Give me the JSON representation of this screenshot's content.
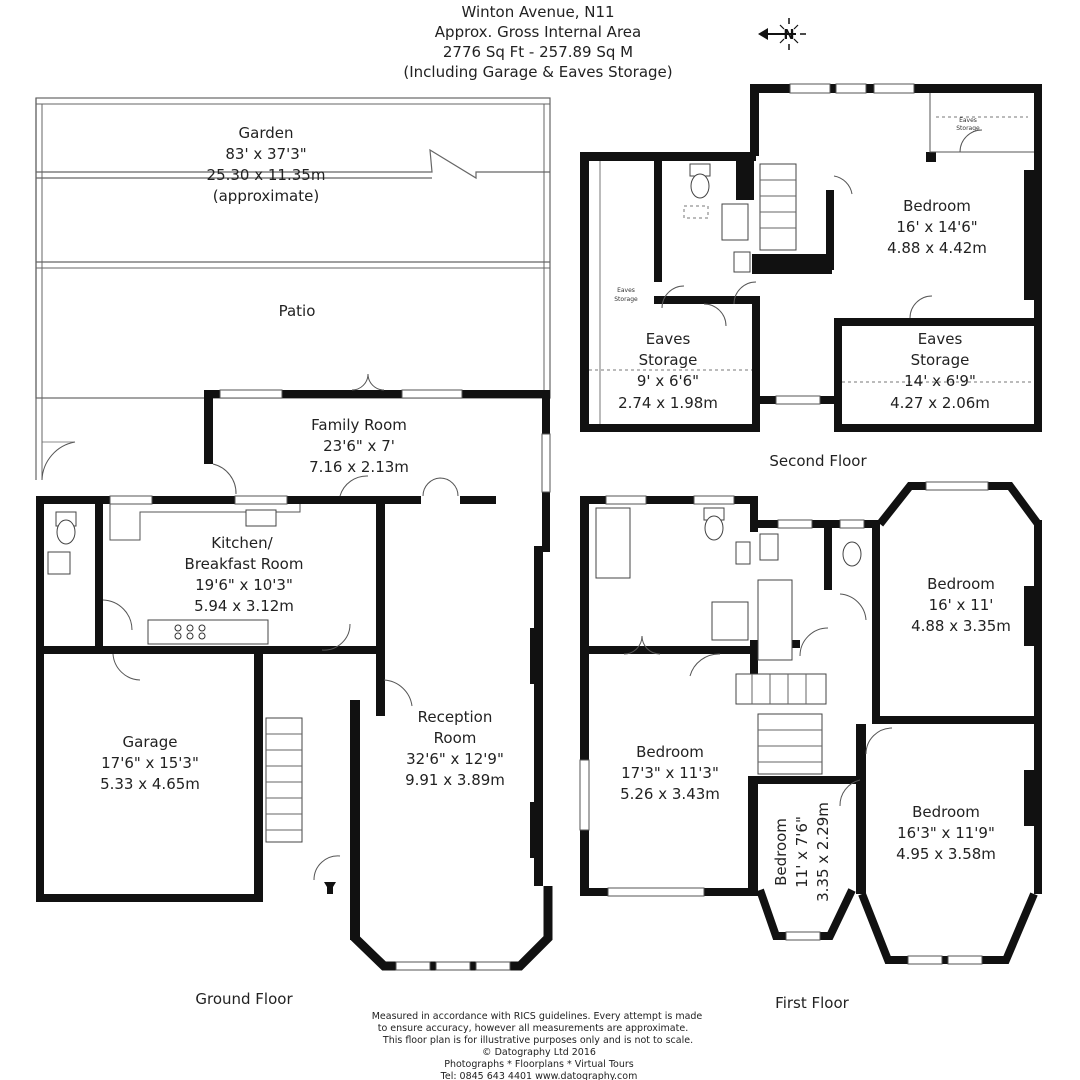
{
  "header": {
    "line1": "Winton Avenue, N11",
    "line2": "Approx. Gross Internal Area",
    "line3": "2776 Sq Ft  - 257.89 Sq M",
    "line4": "(Including Garage & Eaves Storage)"
  },
  "compass": {
    "label": "N"
  },
  "floors": {
    "ground": "Ground Floor",
    "first": "First Floor",
    "second": "Second Floor"
  },
  "rooms": {
    "garden": {
      "name": "Garden",
      "imperial": "83' x 37'3\"",
      "metric": "25.30 x 11.35m",
      "note": "(approximate)"
    },
    "patio": {
      "name": "Patio"
    },
    "family_room": {
      "name": "Family Room",
      "imperial": "23'6\" x 7'",
      "metric": "7.16 x 2.13m"
    },
    "kitchen": {
      "name_line1": "Kitchen/",
      "name_line2": "Breakfast Room",
      "imperial": "19'6\" x 10'3\"",
      "metric": "5.94 x 3.12m"
    },
    "garage": {
      "name": "Garage",
      "imperial": "17'6\" x 15'3\"",
      "metric": "5.33 x 4.65m"
    },
    "reception": {
      "name_line1": "Reception",
      "name_line2": "Room",
      "imperial": "32'6\" x 12'9\"",
      "metric": "9.91 x 3.89m"
    },
    "bed_1f_left": {
      "name": "Bedroom",
      "imperial": "17'3\" x 11'3\"",
      "metric": "5.26 x 3.43m"
    },
    "bed_1f_right_top": {
      "name": "Bedroom",
      "imperial": "16' x 11'",
      "metric": "4.88 x 3.35m"
    },
    "bed_1f_right_bottom": {
      "name": "Bedroom",
      "imperial": "16'3\" x 11'9\"",
      "metric": "4.95 x 3.58m"
    },
    "bed_1f_small": {
      "name": "Bedroom",
      "imperial": "11' x 7'6\"",
      "metric": "3.35 x 2.29m"
    },
    "bed_2f": {
      "name": "Bedroom",
      "imperial": "16' x 14'6\"",
      "metric": "4.88 x 4.42m"
    },
    "eaves_left": {
      "name_line1": "Eaves",
      "name_line2": "Storage",
      "imperial": "9' x 6'6\"",
      "metric": "2.74 x 1.98m"
    },
    "eaves_right": {
      "name_line1": "Eaves",
      "name_line2": "Storage",
      "imperial": "14' x 6'9\"",
      "metric": "4.27 x 2.06m"
    },
    "eaves_small_a": {
      "line1": "Eaves",
      "line2": "Storage"
    },
    "eaves_small_b": {
      "line1": "Eaves",
      "line2": "Storage"
    }
  },
  "footer": {
    "line1": "Measured in accordance with RICS guidelines. Every attempt is made",
    "line2": "to ensure accuracy, however all measurements are approximate.",
    "line3": "This floor plan is for illustrative purposes only and is not to scale.",
    "line4": "© Datography Ltd 2016",
    "line5": "Photographs * Floorplans * Virtual Tours",
    "line6": "Tel: 0845 643 4401 www.datography.com"
  }
}
